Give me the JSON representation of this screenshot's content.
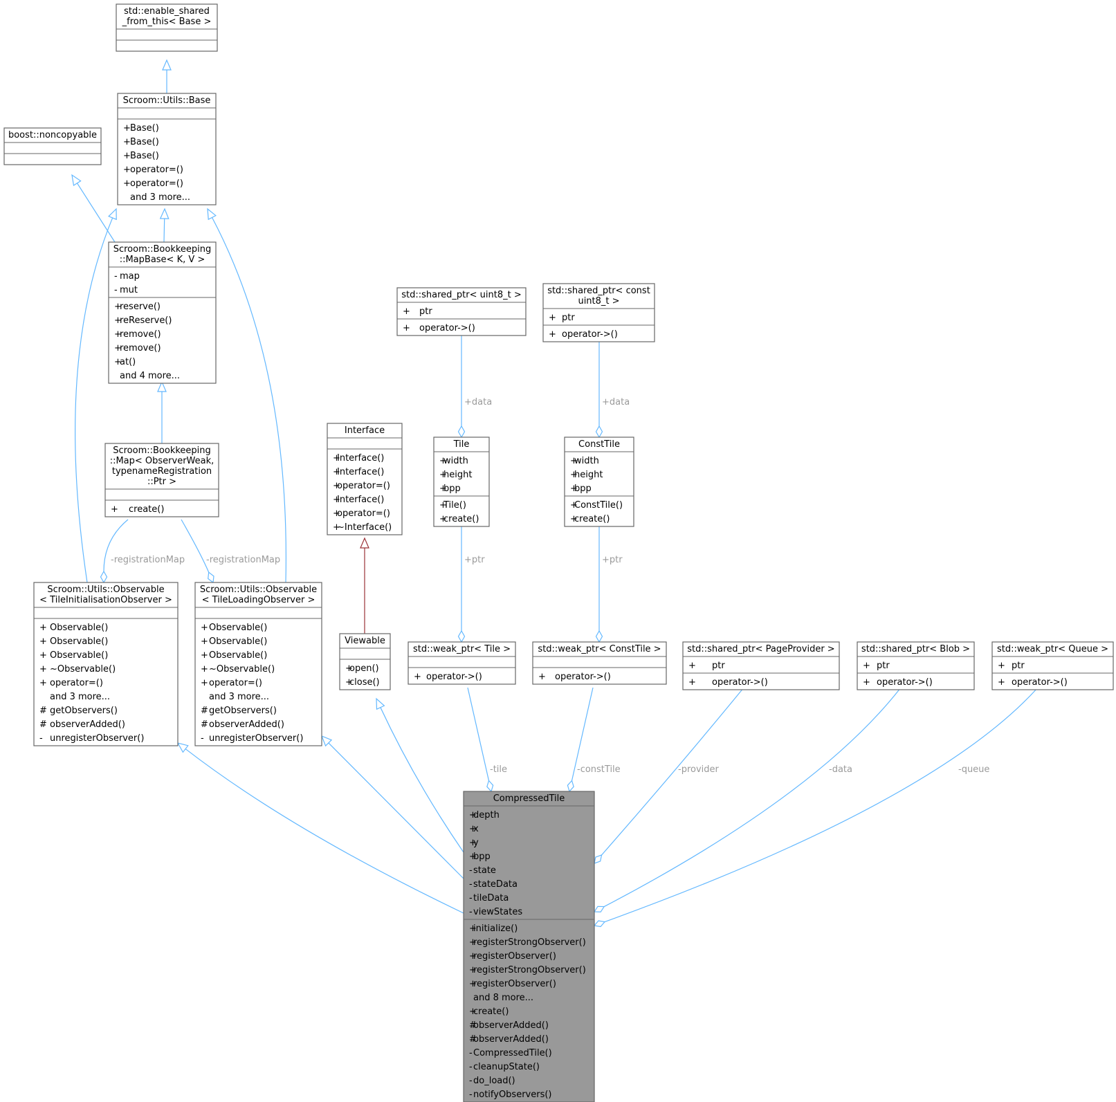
{
  "colors": {
    "edge": "#63b8ff",
    "realization": "#9a3036",
    "edge_label": "#9a9a9a",
    "box_border": "#666666",
    "highlight_fill": "#999999"
  },
  "classes": [
    {
      "id": "enable-shared",
      "name": [
        "std::enable_shared",
        "_from_this< Base >"
      ],
      "groups": [
        [],
        []
      ]
    },
    {
      "id": "utils-base",
      "name": [
        "Scroom::Utils::Base"
      ],
      "groups": [
        [],
        [
          [
            "+",
            "Base()"
          ],
          [
            "+",
            "Base()"
          ],
          [
            "+",
            "Base()"
          ],
          [
            "+",
            "operator=()"
          ],
          [
            "+",
            "operator=()"
          ],
          [
            "",
            "and 3 more..."
          ]
        ]
      ]
    },
    {
      "id": "noncopyable",
      "name": [
        "boost::noncopyable"
      ],
      "groups": [
        [],
        []
      ]
    },
    {
      "id": "mapbase",
      "name": [
        "Scroom::Bookkeeping",
        "::MapBase< K, V >"
      ],
      "groups": [
        [
          [
            "-",
            "map"
          ],
          [
            "-",
            "mut"
          ]
        ],
        [
          [
            "+",
            "reserve()"
          ],
          [
            "+",
            "reReserve()"
          ],
          [
            "+",
            "remove()"
          ],
          [
            "+",
            "remove()"
          ],
          [
            "+",
            "at()"
          ],
          [
            "",
            "and 4 more..."
          ]
        ]
      ]
    },
    {
      "id": "map-observerweak",
      "name": [
        "Scroom::Bookkeeping",
        "::Map< ObserverWeak,",
        " typenameRegistration",
        "::Ptr >"
      ],
      "groups": [
        [],
        [
          [
            "+",
            "create()"
          ]
        ]
      ]
    },
    {
      "id": "observable-tileinit",
      "name": [
        "Scroom::Utils::Observable",
        "< TileInitialisationObserver >"
      ],
      "groups": [
        [],
        [
          [
            "+",
            "Observable()"
          ],
          [
            "+",
            "Observable()"
          ],
          [
            "+",
            "Observable()"
          ],
          [
            "+",
            "~Observable()"
          ],
          [
            "+",
            "operator=()"
          ],
          [
            "",
            "and 3 more..."
          ],
          [
            "#",
            "getObservers()"
          ],
          [
            "#",
            "observerAdded()"
          ],
          [
            "-",
            "unregisterObserver()"
          ]
        ]
      ]
    },
    {
      "id": "observable-tileload",
      "name": [
        "Scroom::Utils::Observable",
        "< TileLoadingObserver >"
      ],
      "groups": [
        [],
        [
          [
            "+",
            "Observable()"
          ],
          [
            "+",
            "Observable()"
          ],
          [
            "+",
            "Observable()"
          ],
          [
            "+",
            "~Observable()"
          ],
          [
            "+",
            "operator=()"
          ],
          [
            "",
            "and 3 more..."
          ],
          [
            "#",
            "getObservers()"
          ],
          [
            "#",
            "observerAdded()"
          ],
          [
            "-",
            "unregisterObserver()"
          ]
        ]
      ]
    },
    {
      "id": "interface",
      "name": [
        "Interface"
      ],
      "groups": [
        [],
        [
          [
            "+",
            "Interface()"
          ],
          [
            "+",
            "Interface()"
          ],
          [
            "+",
            "operator=()"
          ],
          [
            "+",
            "Interface()"
          ],
          [
            "+",
            "operator=()"
          ],
          [
            "+",
            "~Interface()"
          ]
        ]
      ]
    },
    {
      "id": "viewable",
      "name": [
        "Viewable"
      ],
      "groups": [
        [],
        [
          [
            "+",
            "open()"
          ],
          [
            "+",
            "close()"
          ]
        ]
      ]
    },
    {
      "id": "shared-uint8",
      "name": [
        "std::shared_ptr< uint8_t >"
      ],
      "groups": [
        [
          [
            "+",
            "ptr"
          ]
        ],
        [
          [
            "+",
            "operator->()"
          ]
        ]
      ]
    },
    {
      "id": "shared-const-uint8",
      "name": [
        "std::shared_ptr< const",
        "uint8_t >"
      ],
      "groups": [
        [
          [
            "+",
            "ptr"
          ]
        ],
        [
          [
            "+",
            "operator->()"
          ]
        ]
      ]
    },
    {
      "id": "tile",
      "name": [
        "Tile"
      ],
      "groups": [
        [
          [
            "+",
            "width"
          ],
          [
            "+",
            "height"
          ],
          [
            "+",
            "bpp"
          ]
        ],
        [
          [
            "+",
            "Tile()"
          ],
          [
            "+",
            "create()"
          ]
        ]
      ]
    },
    {
      "id": "consttile",
      "name": [
        "ConstTile"
      ],
      "groups": [
        [
          [
            "+",
            "width"
          ],
          [
            "+",
            "height"
          ],
          [
            "+",
            "bpp"
          ]
        ],
        [
          [
            "+",
            "ConstTile()"
          ],
          [
            "+",
            "create()"
          ]
        ]
      ]
    },
    {
      "id": "weak-tile",
      "name": [
        "std::weak_ptr< Tile >"
      ],
      "groups": [
        [],
        [
          [
            "+",
            "operator->()"
          ]
        ]
      ]
    },
    {
      "id": "weak-consttile",
      "name": [
        "std::weak_ptr< ConstTile >"
      ],
      "groups": [
        [],
        [
          [
            "+",
            "operator->()"
          ]
        ]
      ]
    },
    {
      "id": "shared-pageprovider",
      "name": [
        "std::shared_ptr< PageProvider >"
      ],
      "groups": [
        [
          [
            "+",
            "ptr"
          ]
        ],
        [
          [
            "+",
            "operator->()"
          ]
        ]
      ]
    },
    {
      "id": "shared-blob",
      "name": [
        "std::shared_ptr< Blob >"
      ],
      "groups": [
        [
          [
            "+",
            "ptr"
          ]
        ],
        [
          [
            "+",
            "operator->()"
          ]
        ]
      ]
    },
    {
      "id": "weak-queue",
      "name": [
        "std::weak_ptr< Queue >"
      ],
      "groups": [
        [
          [
            "+",
            "ptr"
          ]
        ],
        [
          [
            "+",
            "operator->()"
          ]
        ]
      ]
    },
    {
      "id": "compressedtile",
      "name": [
        "CompressedTile"
      ],
      "highlight": true,
      "groups": [
        [
          [
            "+",
            "depth"
          ],
          [
            "+",
            "x"
          ],
          [
            "+",
            "y"
          ],
          [
            "+",
            "bpp"
          ],
          [
            "-",
            "state"
          ],
          [
            "-",
            "stateData"
          ],
          [
            "-",
            "tileData"
          ],
          [
            "-",
            "viewStates"
          ]
        ],
        [
          [
            "+",
            "initialize()"
          ],
          [
            "+",
            "registerStrongObserver()"
          ],
          [
            "+",
            "registerObserver()"
          ],
          [
            "+",
            "registerStrongObserver()"
          ],
          [
            "+",
            "registerObserver()"
          ],
          [
            "",
            "and 8 more..."
          ],
          [
            "+",
            "create()"
          ],
          [
            "#",
            "observerAdded()"
          ],
          [
            "#",
            "observerAdded()"
          ],
          [
            "-",
            "CompressedTile()"
          ],
          [
            "-",
            "cleanupState()"
          ],
          [
            "-",
            "do_load()"
          ],
          [
            "-",
            "notifyObservers()"
          ]
        ]
      ]
    }
  ],
  "edges": [
    {
      "from": "utils-base",
      "to": "enable-shared",
      "kind": "inheritance",
      "label": ""
    },
    {
      "from": "mapbase",
      "to": "utils-base",
      "kind": "inheritance",
      "label": ""
    },
    {
      "from": "mapbase",
      "to": "noncopyable",
      "kind": "inheritance",
      "label": ""
    },
    {
      "from": "map-observerweak",
      "to": "mapbase",
      "kind": "inheritance",
      "label": ""
    },
    {
      "from": "observable-tileinit",
      "to": "utils-base",
      "kind": "inheritance",
      "label": ""
    },
    {
      "from": "observable-tileload",
      "to": "utils-base",
      "kind": "inheritance",
      "label": ""
    },
    {
      "from": "observable-tileinit",
      "to": "map-observerweak",
      "kind": "aggregation",
      "label": "-registrationMap"
    },
    {
      "from": "observable-tileload",
      "to": "map-observerweak",
      "kind": "aggregation",
      "label": "-registrationMap"
    },
    {
      "from": "viewable",
      "to": "interface",
      "kind": "realization",
      "label": ""
    },
    {
      "from": "tile",
      "to": "shared-uint8",
      "kind": "aggregation",
      "label": "+data"
    },
    {
      "from": "consttile",
      "to": "shared-const-uint8",
      "kind": "aggregation",
      "label": "+data"
    },
    {
      "from": "weak-tile",
      "to": "tile",
      "kind": "aggregation",
      "label": "+ptr"
    },
    {
      "from": "weak-consttile",
      "to": "consttile",
      "kind": "aggregation",
      "label": "+ptr"
    },
    {
      "from": "compressedtile",
      "to": "observable-tileinit",
      "kind": "inheritance",
      "label": ""
    },
    {
      "from": "compressedtile",
      "to": "observable-tileload",
      "kind": "inheritance",
      "label": ""
    },
    {
      "from": "compressedtile",
      "to": "viewable",
      "kind": "inheritance",
      "label": ""
    },
    {
      "from": "compressedtile",
      "to": "weak-tile",
      "kind": "aggregation",
      "label": "-tile"
    },
    {
      "from": "compressedtile",
      "to": "weak-consttile",
      "kind": "aggregation",
      "label": "-constTile"
    },
    {
      "from": "compressedtile",
      "to": "shared-pageprovider",
      "kind": "aggregation",
      "label": "-provider"
    },
    {
      "from": "compressedtile",
      "to": "shared-blob",
      "kind": "aggregation",
      "label": "-data"
    },
    {
      "from": "compressedtile",
      "to": "weak-queue",
      "kind": "aggregation",
      "label": "-queue"
    }
  ]
}
